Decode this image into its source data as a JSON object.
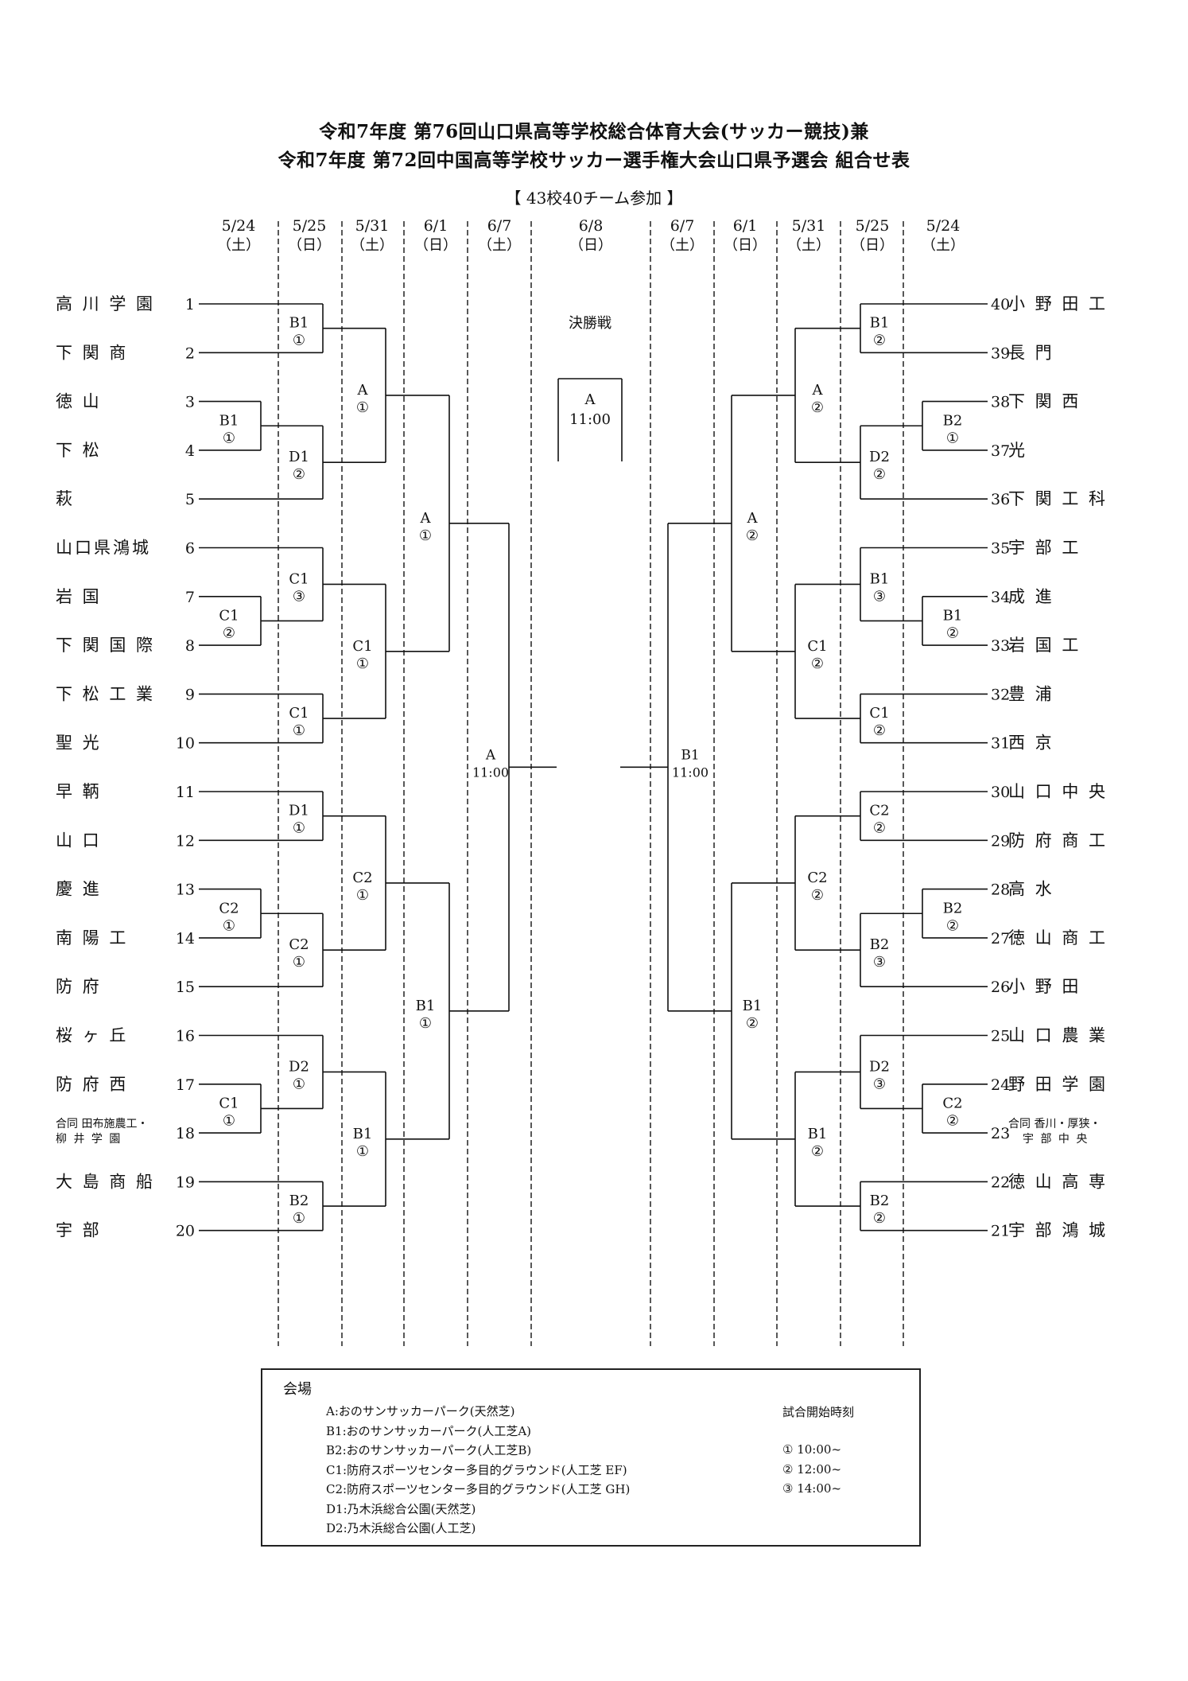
{
  "header": {
    "title_line1": "令和7年度 第76回山口県高等学校総合体育大会(サッカー競技)兼",
    "title_line2": "令和7年度 第72回中国高等学校サッカー選手権大会山口県予選会 組合せ表",
    "subtitle": "【 43校40チーム参加 】"
  },
  "dates": [
    {
      "date": "5/24",
      "day": "（土）"
    },
    {
      "date": "5/25",
      "day": "（日）"
    },
    {
      "date": "5/31",
      "day": "（土）"
    },
    {
      "date": "6/1",
      "day": "（日）"
    },
    {
      "date": "6/7",
      "day": "（土）"
    },
    {
      "date": "6/8",
      "day": "（日）"
    },
    {
      "date": "6/7",
      "day": "（土）"
    },
    {
      "date": "6/1",
      "day": "（日）"
    },
    {
      "date": "5/31",
      "day": "（土）"
    },
    {
      "date": "5/25",
      "day": "（日）"
    },
    {
      "date": "5/24",
      "day": "（土）"
    }
  ],
  "teams_left": [
    {
      "name": "高 川 学 園",
      "no": "1"
    },
    {
      "name": "下 関 商",
      "no": "2"
    },
    {
      "name": "徳 山",
      "no": "3"
    },
    {
      "name": "下 松",
      "no": "4"
    },
    {
      "name": "萩",
      "no": "5"
    },
    {
      "name": "山口県鴻城",
      "no": "6"
    },
    {
      "name": "岩 国",
      "no": "7"
    },
    {
      "name": "下 関 国 際",
      "no": "8"
    },
    {
      "name": "下 松 工 業",
      "no": "9"
    },
    {
      "name": "聖 光",
      "no": "10"
    },
    {
      "name": "早 鞆",
      "no": "11"
    },
    {
      "name": "山 口",
      "no": "12"
    },
    {
      "name": "慶 進",
      "no": "13"
    },
    {
      "name": "南 陽 工",
      "no": "14"
    },
    {
      "name": "防 府",
      "no": "15"
    },
    {
      "name": "桜 ヶ 丘",
      "no": "16"
    },
    {
      "name": "防 府 西",
      "no": "17"
    },
    {
      "name": "合同 田布施農工・柳 井 学 園",
      "no": "18"
    },
    {
      "name": "大 島 商 船",
      "no": "19"
    },
    {
      "name": "宇 部",
      "no": "20"
    }
  ],
  "teams_right": [
    {
      "name": "小 野 田 工",
      "no": "40"
    },
    {
      "name": "長 門",
      "no": "39"
    },
    {
      "name": "下 関 西",
      "no": "38"
    },
    {
      "name": "光",
      "no": "37"
    },
    {
      "name": "下 関 工 科",
      "no": "36"
    },
    {
      "name": "宇 部 工",
      "no": "35"
    },
    {
      "name": "成 進",
      "no": "34"
    },
    {
      "name": "岩 国 工",
      "no": "33"
    },
    {
      "name": "豊 浦",
      "no": "32"
    },
    {
      "name": "西 京",
      "no": "31"
    },
    {
      "name": "山 口 中 央",
      "no": "30"
    },
    {
      "name": "防 府 商 工",
      "no": "29"
    },
    {
      "name": "高 水",
      "no": "28"
    },
    {
      "name": "徳 山 商 工",
      "no": "27"
    },
    {
      "name": "小 野 田",
      "no": "26"
    },
    {
      "name": "山 口 農 業",
      "no": "25"
    },
    {
      "name": "野 田 学 園",
      "no": "24"
    },
    {
      "name": "合同 香川・厚狭・宇 部 中 央",
      "no": "23"
    },
    {
      "name": "徳 山 高 専",
      "no": "22"
    },
    {
      "name": "宇 部 鴻 城",
      "no": "21"
    }
  ],
  "matches_left": {
    "r1": [
      {
        "venue": "B1",
        "slot": "①"
      },
      {
        "venue": "C1",
        "slot": "②"
      },
      {
        "venue": "C2",
        "slot": "①"
      },
      {
        "venue": "C1",
        "slot": "①"
      }
    ],
    "r2": [
      {
        "venue": "B1",
        "slot": "①"
      },
      {
        "venue": "D1",
        "slot": "②"
      },
      {
        "venue": "C1",
        "slot": "③"
      },
      {
        "venue": "C1",
        "slot": "①"
      },
      {
        "venue": "D1",
        "slot": "①"
      },
      {
        "venue": "C2",
        "slot": "①"
      },
      {
        "venue": "D2",
        "slot": "①"
      },
      {
        "venue": "B2",
        "slot": "①"
      }
    ],
    "r3": [
      {
        "venue": "A",
        "slot": "①"
      },
      {
        "venue": "C1",
        "slot": "①"
      },
      {
        "venue": "C2",
        "slot": "①"
      },
      {
        "venue": "B1",
        "slot": "①"
      }
    ],
    "r4": [
      {
        "venue": "A",
        "slot": "①"
      },
      {
        "venue": "B1",
        "slot": "①"
      }
    ],
    "semi": {
      "venue": "A",
      "time": "11:00"
    }
  },
  "matches_right": {
    "r1": [
      {
        "venue": "B2",
        "slot": "①"
      },
      {
        "venue": "B1",
        "slot": "②"
      },
      {
        "venue": "B2",
        "slot": "②"
      },
      {
        "venue": "C2",
        "slot": "②"
      }
    ],
    "r2": [
      {
        "venue": "B1",
        "slot": "②"
      },
      {
        "venue": "D2",
        "slot": "②"
      },
      {
        "venue": "B1",
        "slot": "③"
      },
      {
        "venue": "C1",
        "slot": "②"
      },
      {
        "venue": "C2",
        "slot": "②"
      },
      {
        "venue": "B2",
        "slot": "③"
      },
      {
        "venue": "D2",
        "slot": "③"
      },
      {
        "venue": "B2",
        "slot": "②"
      }
    ],
    "r3": [
      {
        "venue": "A",
        "slot": "②"
      },
      {
        "venue": "C1",
        "slot": "②"
      },
      {
        "venue": "C2",
        "slot": "②"
      },
      {
        "venue": "B1",
        "slot": "②"
      }
    ],
    "r4": [
      {
        "venue": "A",
        "slot": "②"
      },
      {
        "venue": "B1",
        "slot": "②"
      }
    ],
    "semi": {
      "venue": "B1",
      "time": "11:00"
    }
  },
  "final": {
    "label": "決勝戦",
    "venue": "A",
    "time": "11:00"
  },
  "legend": {
    "heading": "会場",
    "venues": [
      "A:おのサンサッカーパーク(天然芝)",
      "B1:おのサンサッカーパーク(人工芝A)",
      "B2:おのサンサッカーパーク(人工芝B)",
      "C1:防府スポーツセンター多目的グラウンド(人工芝 EF)",
      "C2:防府スポーツセンター多目的グラウンド(人工芝 GH)",
      "D1:乃木浜総合公園(天然芝)",
      "D2:乃木浜総合公園(人工芝)"
    ],
    "times_heading": "試合開始時刻",
    "times": [
      "① 10:00~",
      "② 12:00~",
      "③ 14:00~"
    ]
  }
}
